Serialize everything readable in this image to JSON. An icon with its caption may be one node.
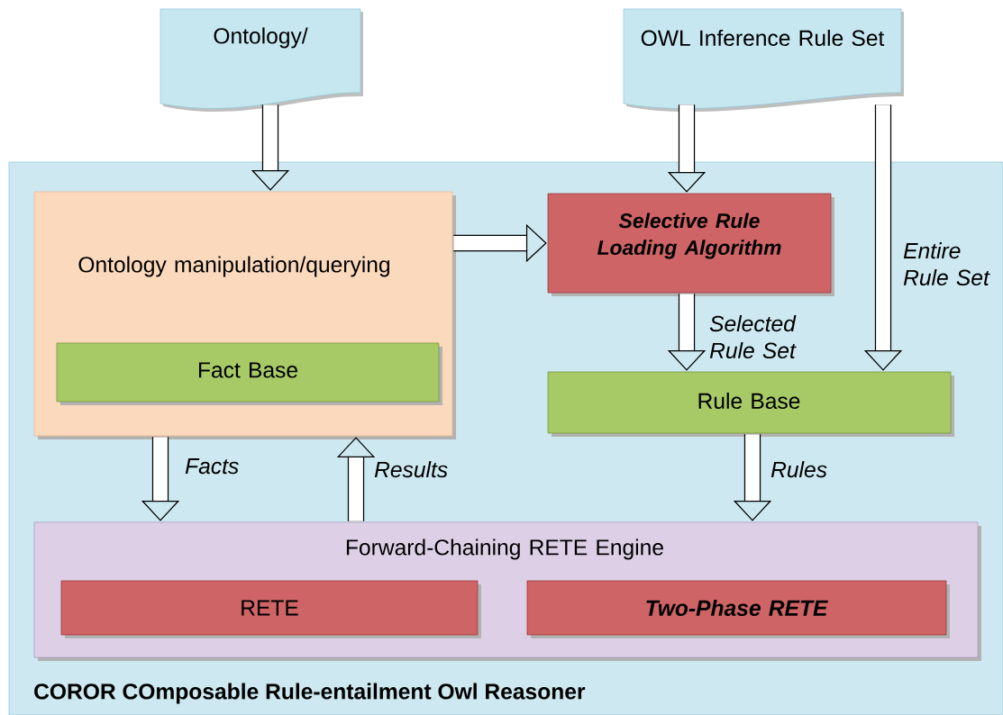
{
  "diagram": {
    "nodes": [
      {
        "text": [
          "Ontology/"
        ]
      },
      {
        "text": [
          "OWL Inference Rule Set"
        ]
      },
      {
        "text": [
          "COROR COmposable Rule-entailment Owl Reasoner"
        ]
      },
      {
        "text": [
          "Ontology manipulation/querying"
        ],
        "in": 2
      },
      {
        "text": [
          "Fact Base"
        ],
        "in": 3
      },
      {
        "text": [
          "Selective Rule Loading Algorithm"
        ],
        "in": 2
      },
      {
        "text": [
          "Rule Base"
        ],
        "in": 2
      },
      {
        "text": [
          "Forward-Chaining RETE Engine"
        ],
        "in": 2
      },
      {
        "text": [
          "RETE"
        ],
        "in": 7
      },
      {
        "text": [
          "Two-Phase RETE"
        ],
        "in": 7
      }
    ],
    "edges": [
      {
        "from": 0,
        "to": 3,
        "arrow": "to"
      },
      {
        "from": 1,
        "to": 5,
        "arrow": "to"
      },
      {
        "from": 1,
        "to": 6,
        "arrow": "to",
        "label": "Entire Rule Set"
      },
      {
        "from": 3,
        "to": 5,
        "arrow": "to"
      },
      {
        "from": 5,
        "to": 6,
        "arrow": "to",
        "label": "Selected Rule Set"
      },
      {
        "from": 3,
        "to": 7,
        "arrow": "to",
        "label": "Facts"
      },
      {
        "from": 7,
        "to": 3,
        "arrow": "to",
        "label": "Results"
      },
      {
        "from": 6,
        "to": 7,
        "arrow": "to",
        "label": "Rules"
      }
    ]
  }
}
